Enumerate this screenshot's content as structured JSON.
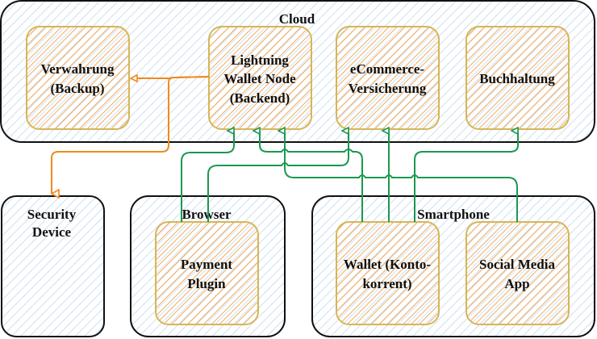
{
  "colors": {
    "container_hatch": "#cfe2f3",
    "container_stroke": "#111111",
    "node_hatch": "#f2a046",
    "node_stroke": "#d6b656",
    "edge_green": "#1a9850",
    "edge_orange": "#f08a1c"
  },
  "containers": {
    "cloud": {
      "label": "Cloud"
    },
    "security_device": {
      "label_line1": "Security",
      "label_line2": "Device"
    },
    "browser": {
      "label": "Browser"
    },
    "smartphone": {
      "label": "Smartphone"
    }
  },
  "nodes": {
    "verwahrung": {
      "line1": "Verwahrung",
      "line2": "(Backup)"
    },
    "lightning": {
      "line1": "Lightning",
      "line2": "Wallet Node",
      "line3": "(Backend)"
    },
    "ecommerce": {
      "line1": "eCommerce-",
      "line2": "Versicherung"
    },
    "buchhaltung": {
      "line1": "Buchhaltung"
    },
    "payment_plugin": {
      "line1": "Payment",
      "line2": "Plugin"
    },
    "wallet": {
      "line1": "Wallet (Konto-",
      "line2": "korrent)"
    },
    "social_media": {
      "line1": "Social Media",
      "line2": "App"
    }
  },
  "edges": [
    {
      "from": "lightning",
      "to": "verwahrung",
      "color": "orange"
    },
    {
      "from": "lightning",
      "to": "security_device",
      "color": "orange"
    },
    {
      "from": "payment_plugin",
      "to": "lightning",
      "color": "green"
    },
    {
      "from": "payment_plugin",
      "to": "ecommerce",
      "color": "green"
    },
    {
      "from": "wallet",
      "to": "lightning",
      "color": "green"
    },
    {
      "from": "wallet",
      "to": "ecommerce",
      "color": "green"
    },
    {
      "from": "wallet",
      "to": "buchhaltung",
      "color": "green"
    },
    {
      "from": "social_media",
      "to": "lightning",
      "color": "green"
    }
  ]
}
